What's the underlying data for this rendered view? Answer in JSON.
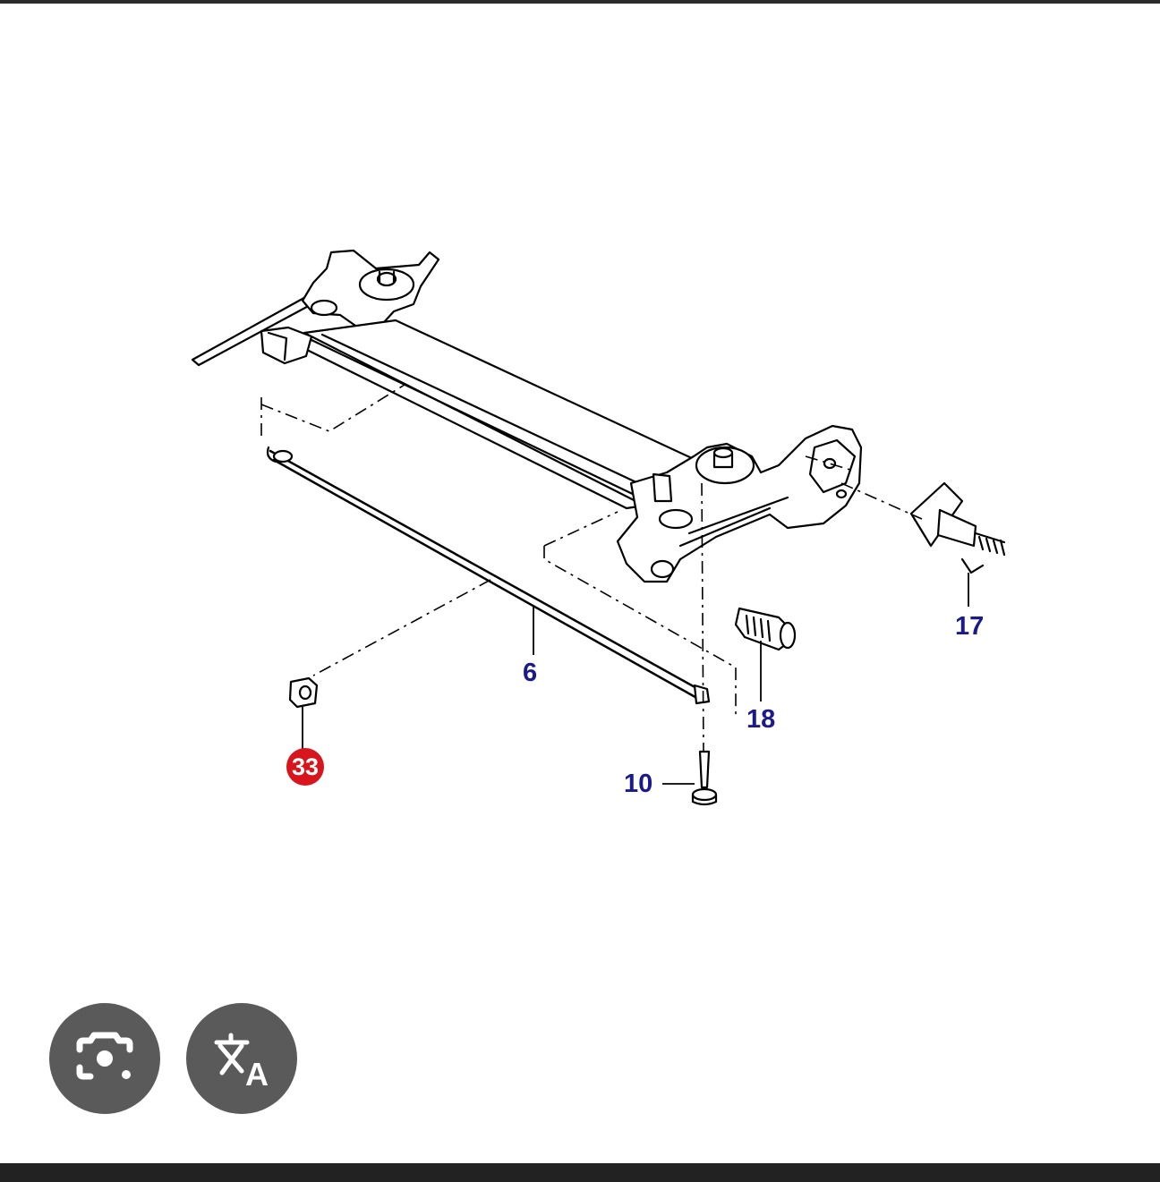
{
  "diagram": {
    "callouts": [
      {
        "id": "6",
        "label": "6"
      },
      {
        "id": "10",
        "label": "10"
      },
      {
        "id": "17",
        "label": "17"
      },
      {
        "id": "18",
        "label": "18"
      },
      {
        "id": "33",
        "label": "33",
        "highlighted": true
      }
    ],
    "callout_color": "#1a1a8c",
    "highlight_color": "#d8141c"
  },
  "overlay_buttons": [
    {
      "icon": "lens-camera-icon"
    },
    {
      "icon": "translate-icon"
    }
  ],
  "colors": {
    "bar": "#2b2b2b",
    "fab_bg": "#5a5a5a",
    "fab_fg": "#ffffff"
  }
}
